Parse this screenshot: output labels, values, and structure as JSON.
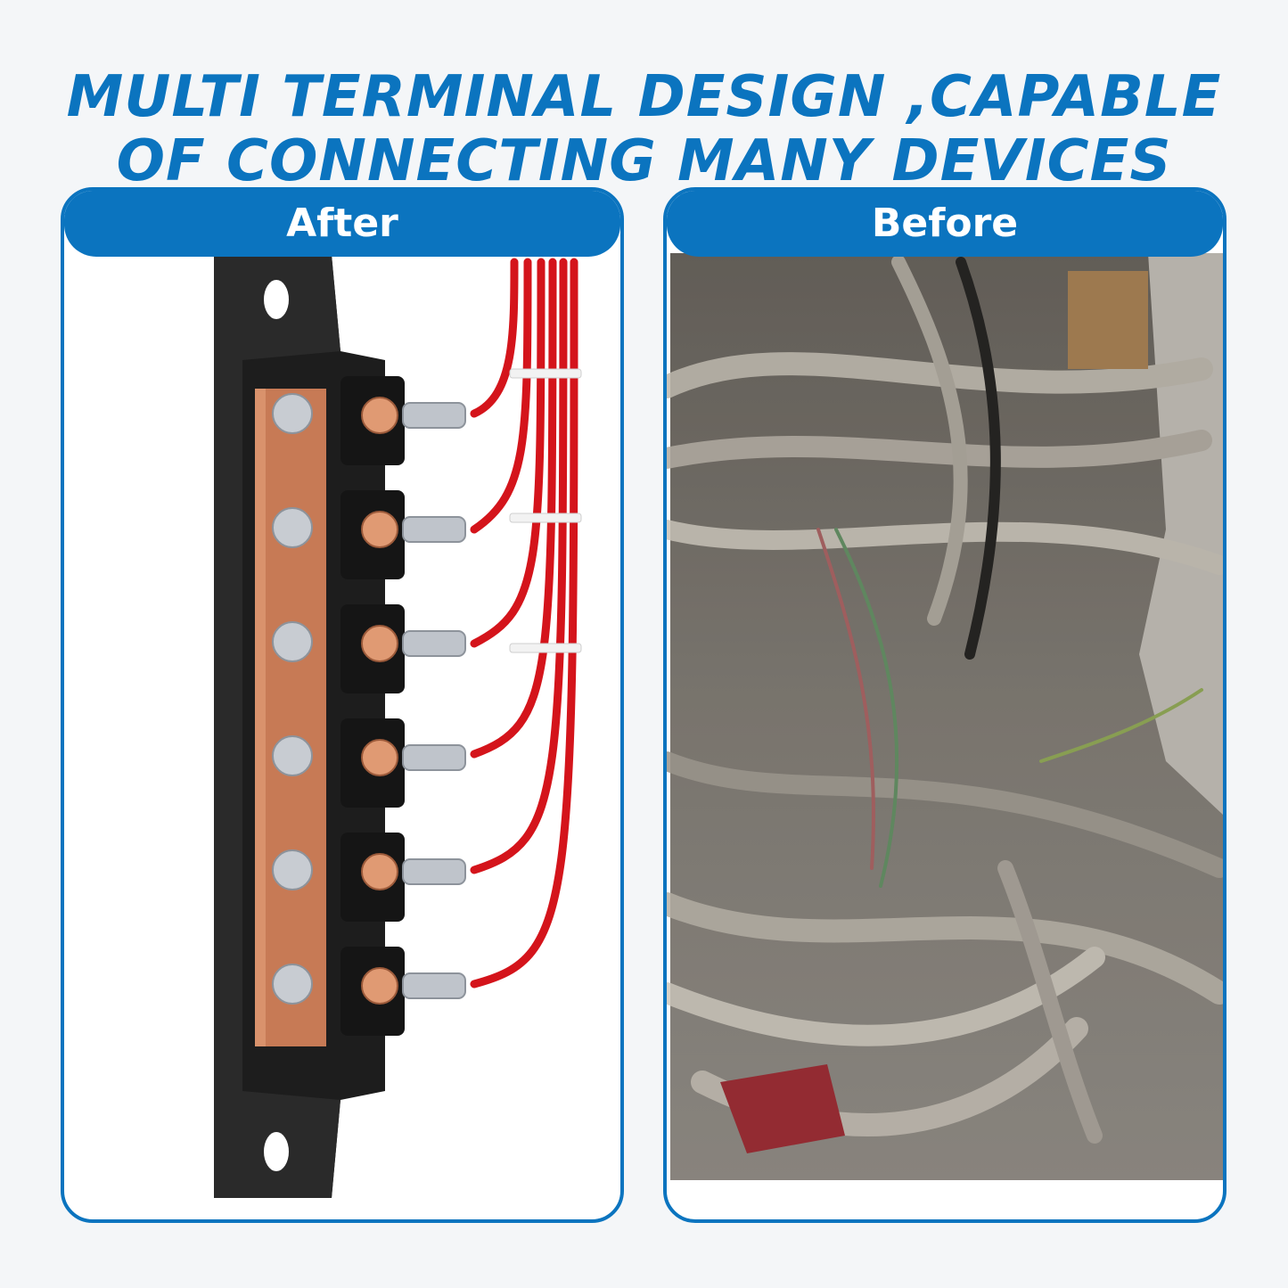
{
  "headline": {
    "line1": "MULTI TERMINAL DESIGN ,CAPABLE",
    "line2": "OF CONNECTING MANY DEVICES"
  },
  "panels": [
    {
      "label": "After",
      "image": "busbar-terminal-block-with-red-wires"
    },
    {
      "label": "Before",
      "image": "tangled-messy-wiring"
    }
  ],
  "colors": {
    "brand_blue": "#0b74bf",
    "copper": "#c77a55",
    "wire_red": "#d4141b",
    "block_black": "#1d1d1d"
  }
}
